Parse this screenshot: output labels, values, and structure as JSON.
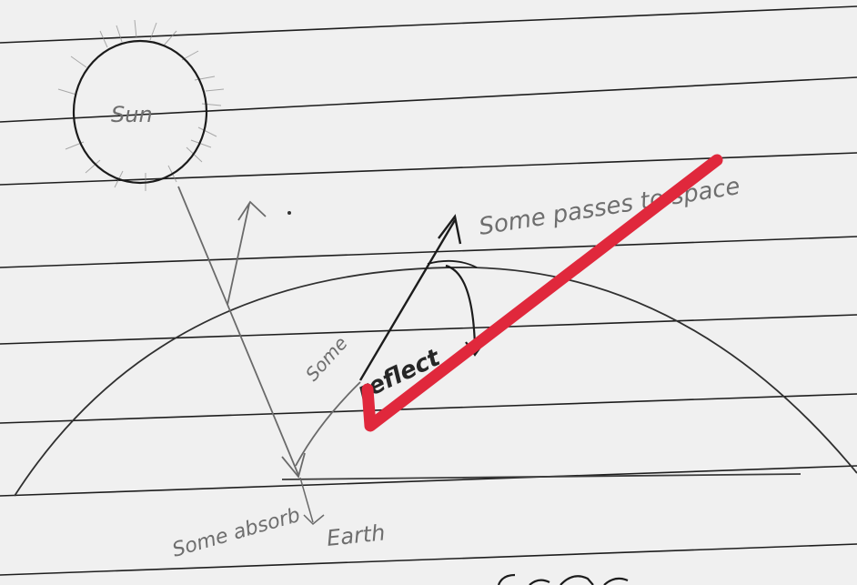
{
  "labels": {
    "sun": "Sun",
    "passes": "Some passes to space",
    "reflect_some": "Some",
    "reflect_word": "reflect",
    "absorb": "Some absorb",
    "earth": "Earth"
  },
  "colors": {
    "paper": "#ebebeb",
    "ruled_line": "#1e1e1e",
    "pencil": "#6a6a6a",
    "ink": "#1c1c1c",
    "check_mark": "#e0283c"
  },
  "icons": {
    "check_mark": "red-check-mark-icon",
    "sun": "sun-icon"
  }
}
